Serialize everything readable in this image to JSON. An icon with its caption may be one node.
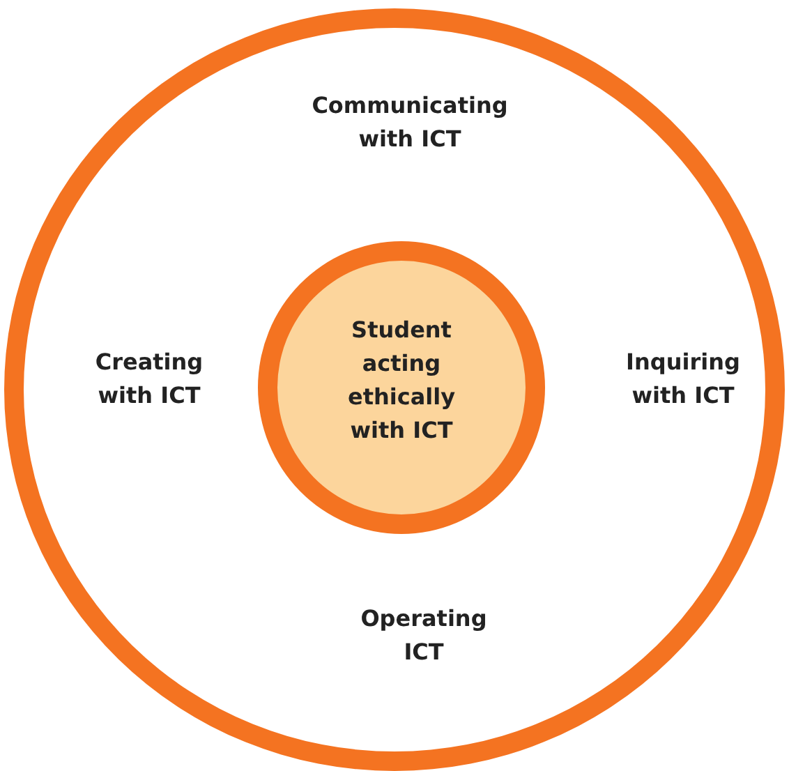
{
  "diagram": {
    "nodes": [
      {
        "text": [
          "Communicating with ICT",
          "Creating with ICT",
          "Inquiring with ICT",
          "Operating ICT"
        ]
      },
      {
        "text": [
          "Student acting ethically with ICT"
        ],
        "in": 0
      }
    ]
  }
}
